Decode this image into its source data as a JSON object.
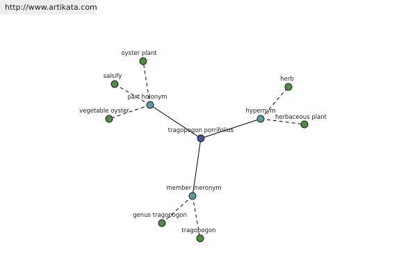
{
  "header": {
    "url_text": "http://www.artikata.com"
  },
  "graph": {
    "colors": {
      "root": "#4a4fa0",
      "relation": "#5b9aa2",
      "leaf": "#4f8f44",
      "edge": "#000000"
    },
    "nodes": [
      {
        "id": "root",
        "label": "tragopogon porrifolius",
        "kind": "root"
      },
      {
        "id": "part_holonym",
        "label": "part holonym",
        "kind": "relation"
      },
      {
        "id": "hypernym",
        "label": "hypernym",
        "kind": "relation"
      },
      {
        "id": "member_meronym",
        "label": "member meronym",
        "kind": "relation"
      },
      {
        "id": "oyster_plant",
        "label": "oyster plant",
        "kind": "leaf"
      },
      {
        "id": "salsify",
        "label": "salsify",
        "kind": "leaf"
      },
      {
        "id": "vegetable_oyster",
        "label": "vegetable oyster",
        "kind": "leaf"
      },
      {
        "id": "herb",
        "label": "herb",
        "kind": "leaf"
      },
      {
        "id": "herbaceous_plant",
        "label": "herbaceous plant",
        "kind": "leaf"
      },
      {
        "id": "genus_tragopogon",
        "label": "genus tragopogon",
        "kind": "leaf"
      },
      {
        "id": "tragopogon",
        "label": "tragopogon",
        "kind": "leaf"
      }
    ],
    "edges": [
      {
        "from": "root",
        "to": "part_holonym",
        "style": "solid"
      },
      {
        "from": "root",
        "to": "hypernym",
        "style": "solid"
      },
      {
        "from": "root",
        "to": "member_meronym",
        "style": "solid"
      },
      {
        "from": "part_holonym",
        "to": "oyster_plant",
        "style": "dashed"
      },
      {
        "from": "part_holonym",
        "to": "salsify",
        "style": "dashed"
      },
      {
        "from": "part_holonym",
        "to": "vegetable_oyster",
        "style": "dashed"
      },
      {
        "from": "hypernym",
        "to": "herb",
        "style": "dashed"
      },
      {
        "from": "hypernym",
        "to": "herbaceous_plant",
        "style": "dashed"
      },
      {
        "from": "member_meronym",
        "to": "genus_tragopogon",
        "style": "dashed"
      },
      {
        "from": "member_meronym",
        "to": "tragopogon",
        "style": "dashed"
      }
    ]
  }
}
